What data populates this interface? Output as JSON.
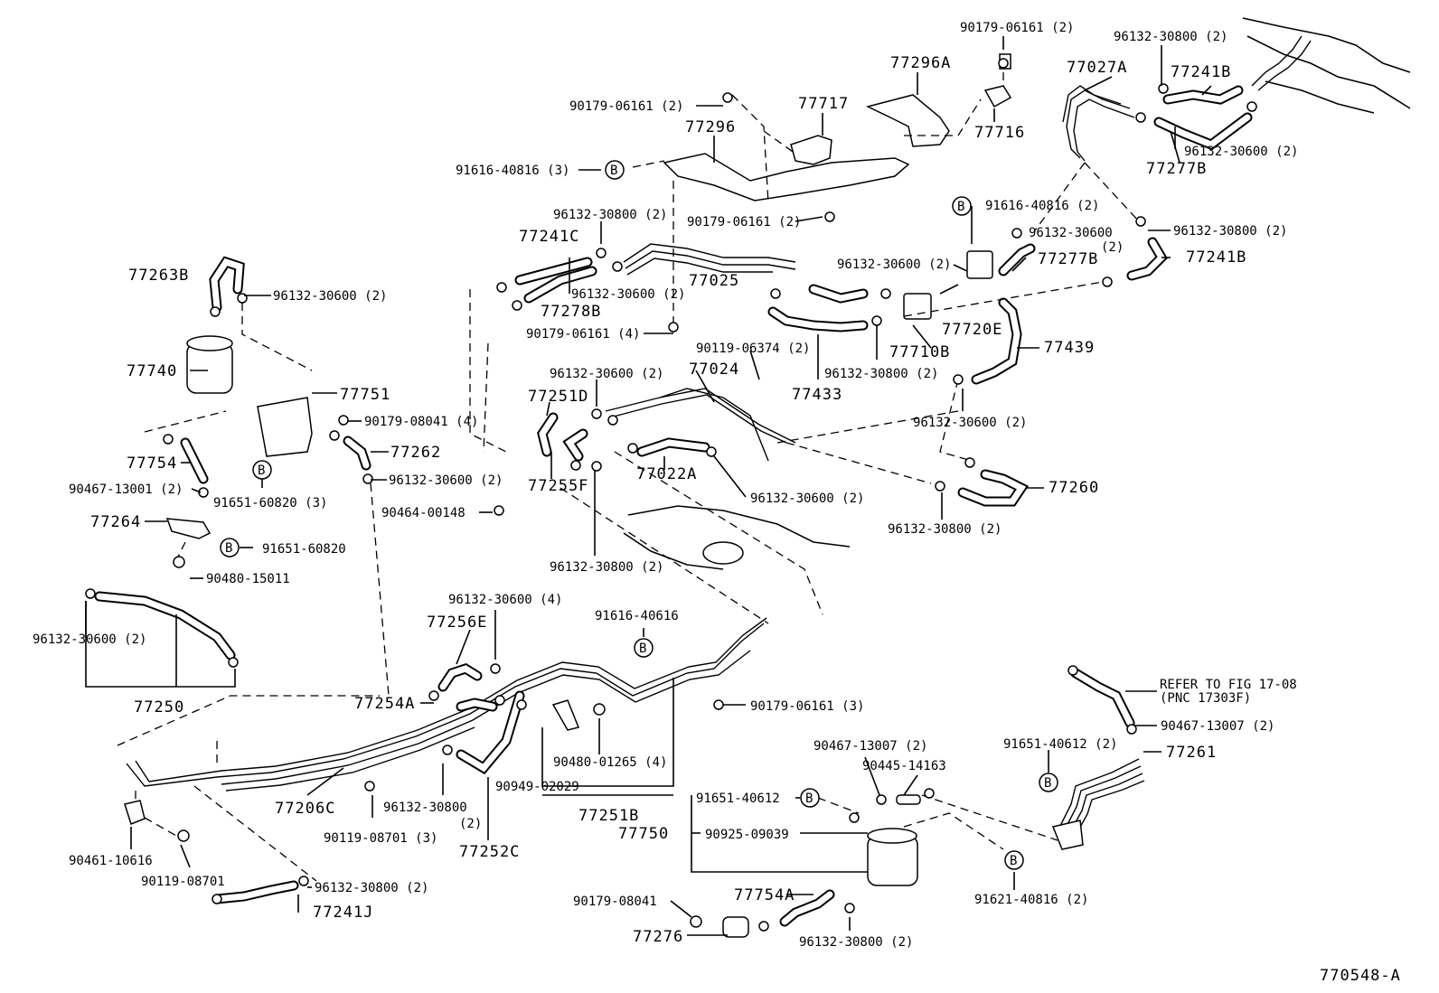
{
  "labels": {
    "p90179_06161_top": "90179-06161 (2)",
    "p77296A": "77296A",
    "p90179_06161_a": "90179-06161 (2)",
    "p77717": "77717",
    "p77296": "77296",
    "p77716": "77716",
    "p91616_40816_3": "91616-40816 (3)",
    "p90179_06161_b": "90179-06161 (2)",
    "p96132_30800_tr": "96132-30800 (2)",
    "p77027A": "77027A",
    "p77241B_a": "77241B",
    "p96132_30600_tr": "96132-30600 (2)",
    "p77277B_a": "77277B",
    "p91616_40816_2": "91616-40816 (2)",
    "p96132_30600_mr": "96132-30600",
    "p96132_30600_mr_qty": "(2)",
    "p96132_30800_r": "96132-30800 (2)",
    "p77241B_b": "77241B",
    "p77277B_b": "77277B",
    "p96132_30800_c": "96132-30800 (2)",
    "p77241C": "77241C",
    "p77025": "77025",
    "p96132_30600_c": "96132-30600 (2)",
    "p77278B": "77278B",
    "p96132_30600_m2": "96132-30600 (2)",
    "p77720E": "77720E",
    "p77710B": "77710B",
    "p77439": "77439",
    "p90179_06161_4": "90179-06161 (4)",
    "p90119_06374": "90119-06374 (2)",
    "p96132_30800_m": "96132-30800 (2)",
    "p77433": "77433",
    "p77263B": "77263B",
    "p96132_30600_l": "96132-30600 (2)",
    "p77740": "77740",
    "p77751": "77751",
    "p90179_08041_4": "90179-08041 (4)",
    "p96132_30600_ml": "96132-30600 (2)",
    "p77024": "77024",
    "p77251D": "77251D",
    "p96132_30600_rr": "96132-30600 (2)",
    "p77262": "77262",
    "p77754": "77754",
    "p90467_13001": "90467-13001 (2)",
    "p91651_60820_3": "91651-60820 (3)",
    "p96132_30600_cl": "96132-30600 (2)",
    "p77022A": "77022A",
    "p77255F": "77255F",
    "p96132_30600_cc": "96132-30600 (2)",
    "p77260": "77260",
    "p96132_30800_rr": "96132-30800 (2)",
    "p90464_00148": "90464-00148",
    "p77264": "77264",
    "p91651_60820": "91651-60820",
    "p90480_15011": "90480-15011",
    "p96132_30800_cb": "96132-30800 (2)",
    "p96132_30600_4": "96132-30600 (4)",
    "p77256E": "77256E",
    "p91616_40616": "91616-40616",
    "p96132_30600_ll": "96132-30600 (2)",
    "p77250": "77250",
    "p77254A": "77254A",
    "p90179_06161_3": "90179-06161 (3)",
    "p90480_01265": "90480-01265 (4)",
    "p90949_02029": "90949-02029",
    "p77251B": "77251B",
    "p77206C": "77206C",
    "p96132_30800_lb": "96132-30800",
    "p96132_30800_lb_qty": "(2)",
    "p90119_08701_3": "90119-08701 (3)",
    "p77252C": "77252C",
    "p90461_10616": "90461-10616",
    "p90119_08701": "90119-08701",
    "p96132_30800_lbb": "96132-30800 (2)",
    "p77241J": "77241J",
    "p90467_13007_a": "90467-13007 (2)",
    "p90445_14163": "90445-14163",
    "p91651_40612_a": "91651-40612",
    "p77750": "77750",
    "p90925_09039": "90925-09039",
    "p91621_40816": "91621-40816 (2)",
    "p90179_08041": "90179-08041",
    "p77754A": "77754A",
    "p77276": "77276",
    "p96132_30800_bb": "96132-30800 (2)",
    "p91651_40612_2": "91651-40612 (2)",
    "p77261": "77261",
    "p90467_13007_b": "90467-13007 (2)",
    "refer_line1": "REFER TO FIG 17-08",
    "refer_line2": "(PNC 17303F)",
    "figure_code": "770548-A",
    "marker_letter": "B"
  }
}
